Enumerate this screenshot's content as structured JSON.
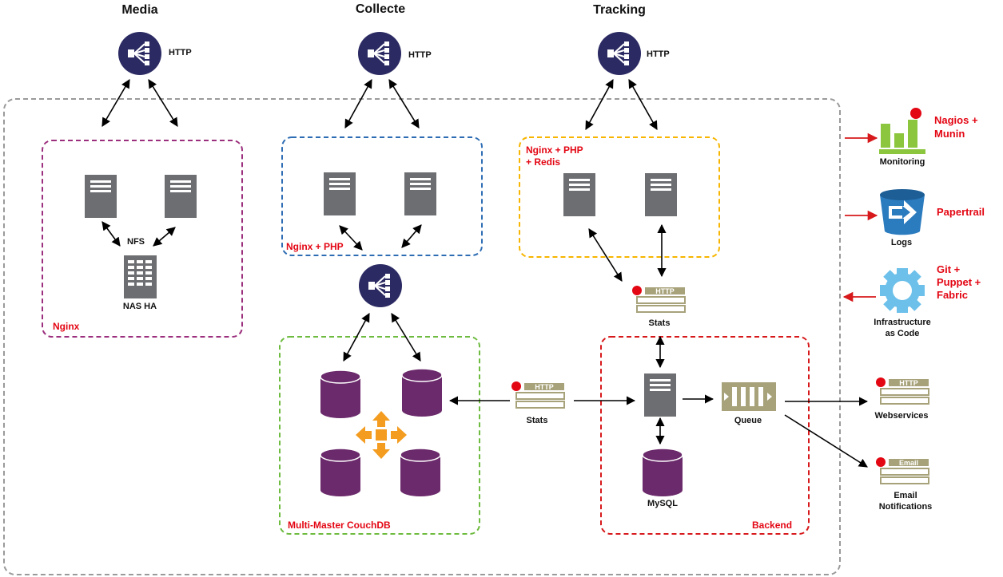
{
  "columns": [
    {
      "id": "media",
      "title": "Media",
      "lb_label": "HTTP"
    },
    {
      "id": "collecte",
      "title": "Collecte",
      "lb_label": "HTTP"
    },
    {
      "id": "tracking",
      "title": "Tracking",
      "lb_label": "HTTP"
    }
  ],
  "groups": {
    "media": {
      "label": "Nginx",
      "color": "#9b2f7d"
    },
    "collecte": {
      "label": "Nginx + PHP",
      "color": "#2e6db4"
    },
    "tracking": {
      "label_line1": "Nginx + PHP",
      "label_line2": "+ Redis",
      "color": "#f7b500"
    },
    "couchdb": {
      "label": "Multi-Master CouchDB",
      "color": "#6dbb3f"
    },
    "backend": {
      "label": "Backend",
      "color": "#d7191c"
    }
  },
  "nodes": {
    "nfs": "NFS",
    "nas": "NAS HA",
    "stats_tracking": {
      "tag": "HTTP",
      "label": "Stats"
    },
    "stats_center": {
      "tag": "HTTP",
      "label": "Stats"
    },
    "queue": "Queue",
    "mysql": "MySQL",
    "webservices": {
      "tag": "HTTP",
      "label": "Webservices"
    },
    "email": {
      "tag": "Email",
      "label_line1": "Email",
      "label_line2": "Notifications"
    }
  },
  "side": {
    "monitoring": {
      "label": "Monitoring",
      "tool_line1": "Nagios +",
      "tool_line2": "Munin"
    },
    "logs": {
      "label": "Logs",
      "tool": "Papertrail"
    },
    "infra": {
      "label_line1": "Infrastructure",
      "label_line2": "as Code",
      "tool_line1": "Git +",
      "tool_line2": "Puppet +",
      "tool_line3": "Fabric"
    }
  },
  "colors": {
    "lb_navy": "#2b2a63",
    "server_gray": "#6d6e71",
    "db_purple": "#6b2a6b",
    "tag_olive": "#a7a27a",
    "alert_red": "#e30613",
    "monitor_green": "#8cc63f",
    "logs_blue": "#2b7bbf",
    "gear_blue": "#6cc0ea",
    "replication_orange": "#f39c1f",
    "outer_gray": "#9a9a9a"
  }
}
